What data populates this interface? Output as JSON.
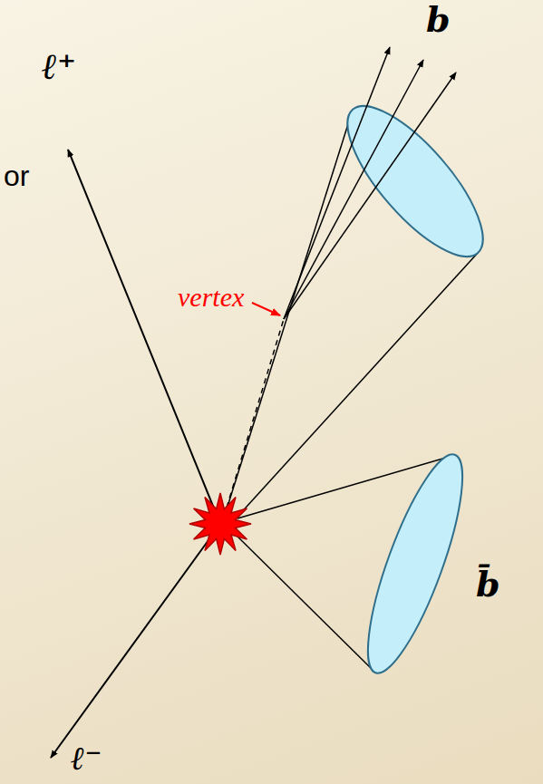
{
  "diagram": {
    "labels": [
      "ℓ⁺",
      "b",
      "or",
      "vertex",
      "b̄",
      "ℓ⁻"
    ]
  }
}
